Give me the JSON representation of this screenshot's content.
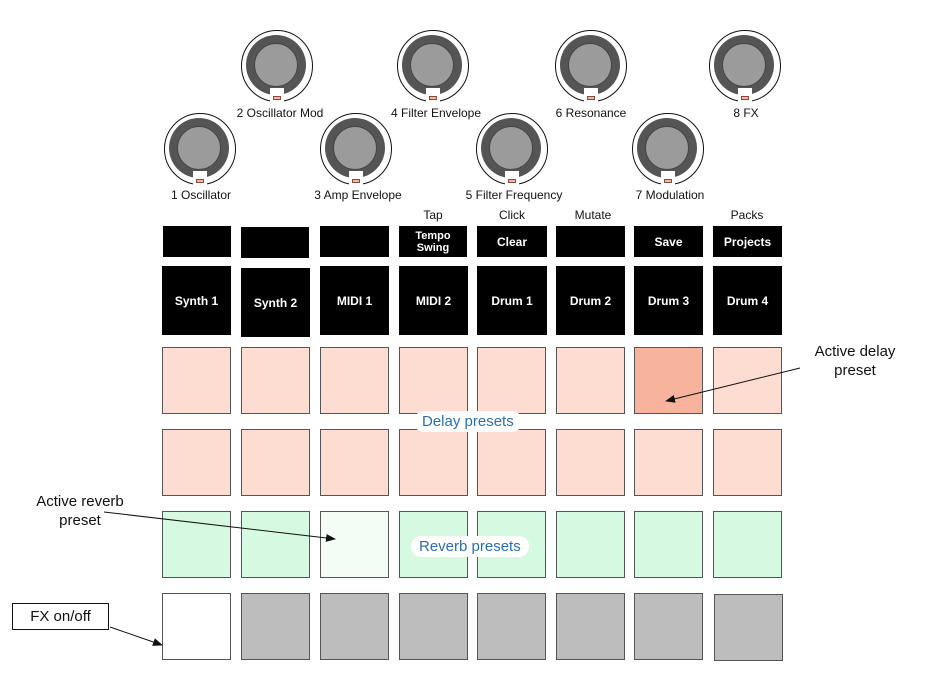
{
  "knobs": [
    {
      "num": "1",
      "name": "1 Oscillator"
    },
    {
      "num": "2",
      "name": "2 Oscillator Mod"
    },
    {
      "num": "3",
      "name": "3 Amp Envelope"
    },
    {
      "num": "4",
      "name": "4 Filter Envelope"
    },
    {
      "num": "5",
      "name": "5 Filter Frequency"
    },
    {
      "num": "6",
      "name": "6 Resonance"
    },
    {
      "num": "7",
      "name": "7 Modulation"
    },
    {
      "num": "8",
      "name": "8 FX"
    }
  ],
  "top_labels": {
    "tap": "Tap",
    "click": "Click",
    "mutate": "Mutate",
    "packs": "Packs"
  },
  "small_buttons": {
    "tempo": "Tempo",
    "swing": "Swing",
    "clear": "Clear",
    "save": "Save",
    "projects": "Projects"
  },
  "tracks": [
    "Synth 1",
    "Synth 2",
    "MIDI 1",
    "MIDI 2",
    "Drum 1",
    "Drum 2",
    "Drum 3",
    "Drum 4"
  ],
  "pad_rows": {
    "delay_label": "Delay presets",
    "reverb_label": "Reverb presets",
    "active_delay_index": 6,
    "active_reverb_index": 2,
    "fx_on_index": 0
  },
  "annotations": {
    "active_delay": "Active delay preset",
    "active_delay_l1": "Active delay",
    "active_delay_l2": "preset",
    "active_reverb_l1": "Active reverb",
    "active_reverb_l2": "preset",
    "fx_onoff": "FX on/off"
  },
  "colors": {
    "delay": "#fdddd2",
    "delay_active": "#f7b39c",
    "reverb": "#d6f9e1",
    "reverb_active": "#f3fdf5",
    "off": "#bdbdbd",
    "label_blue": "#2a6fb0"
  }
}
